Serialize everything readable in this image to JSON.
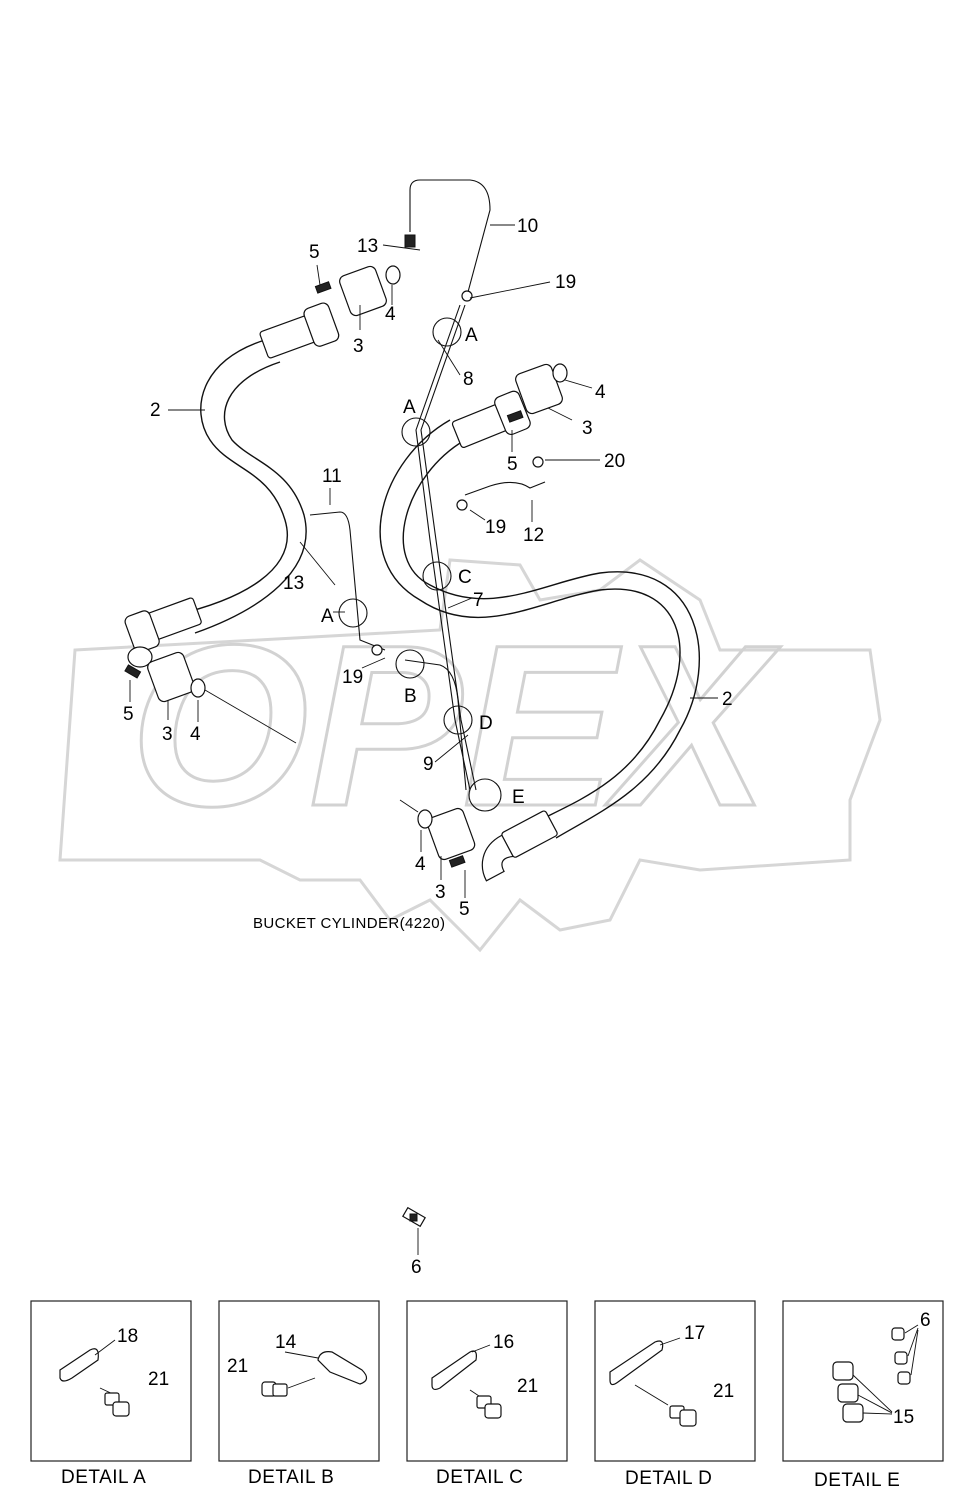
{
  "watermark": {
    "text": "OPEX"
  },
  "callouts": {
    "c10": "10",
    "c13a": "13",
    "c5a": "5",
    "c19a": "19",
    "c4a": "4",
    "c3a": "3",
    "cA1": "A",
    "c8": "8",
    "c2a": "2",
    "cA2": "A",
    "c4b": "4",
    "c3b": "3",
    "c5b": "5",
    "c20": "20",
    "c11": "11",
    "c19b": "19",
    "c12": "12",
    "c13b": "13",
    "cC": "C",
    "c7": "7",
    "cA3": "A",
    "c19c": "19",
    "cB": "B",
    "c5c": "5",
    "c3c": "3",
    "c4c": "4",
    "c2b": "2",
    "cD": "D",
    "c9": "9",
    "cE": "E",
    "c4d": "4",
    "c3d": "3",
    "c5d": "5",
    "c6": "6"
  },
  "note": "BUCKET CYLINDER(4220)",
  "details": [
    {
      "caption": "DETAIL  A",
      "labels": [
        "18",
        "21"
      ]
    },
    {
      "caption": "DETAIL  B",
      "labels": [
        "14",
        "21"
      ]
    },
    {
      "caption": "DETAIL  C",
      "labels": [
        "16",
        "21"
      ]
    },
    {
      "caption": "DETAIL  D",
      "labels": [
        "17",
        "21"
      ]
    },
    {
      "caption": "DETAIL  E",
      "labels": [
        "6",
        "15"
      ]
    }
  ]
}
